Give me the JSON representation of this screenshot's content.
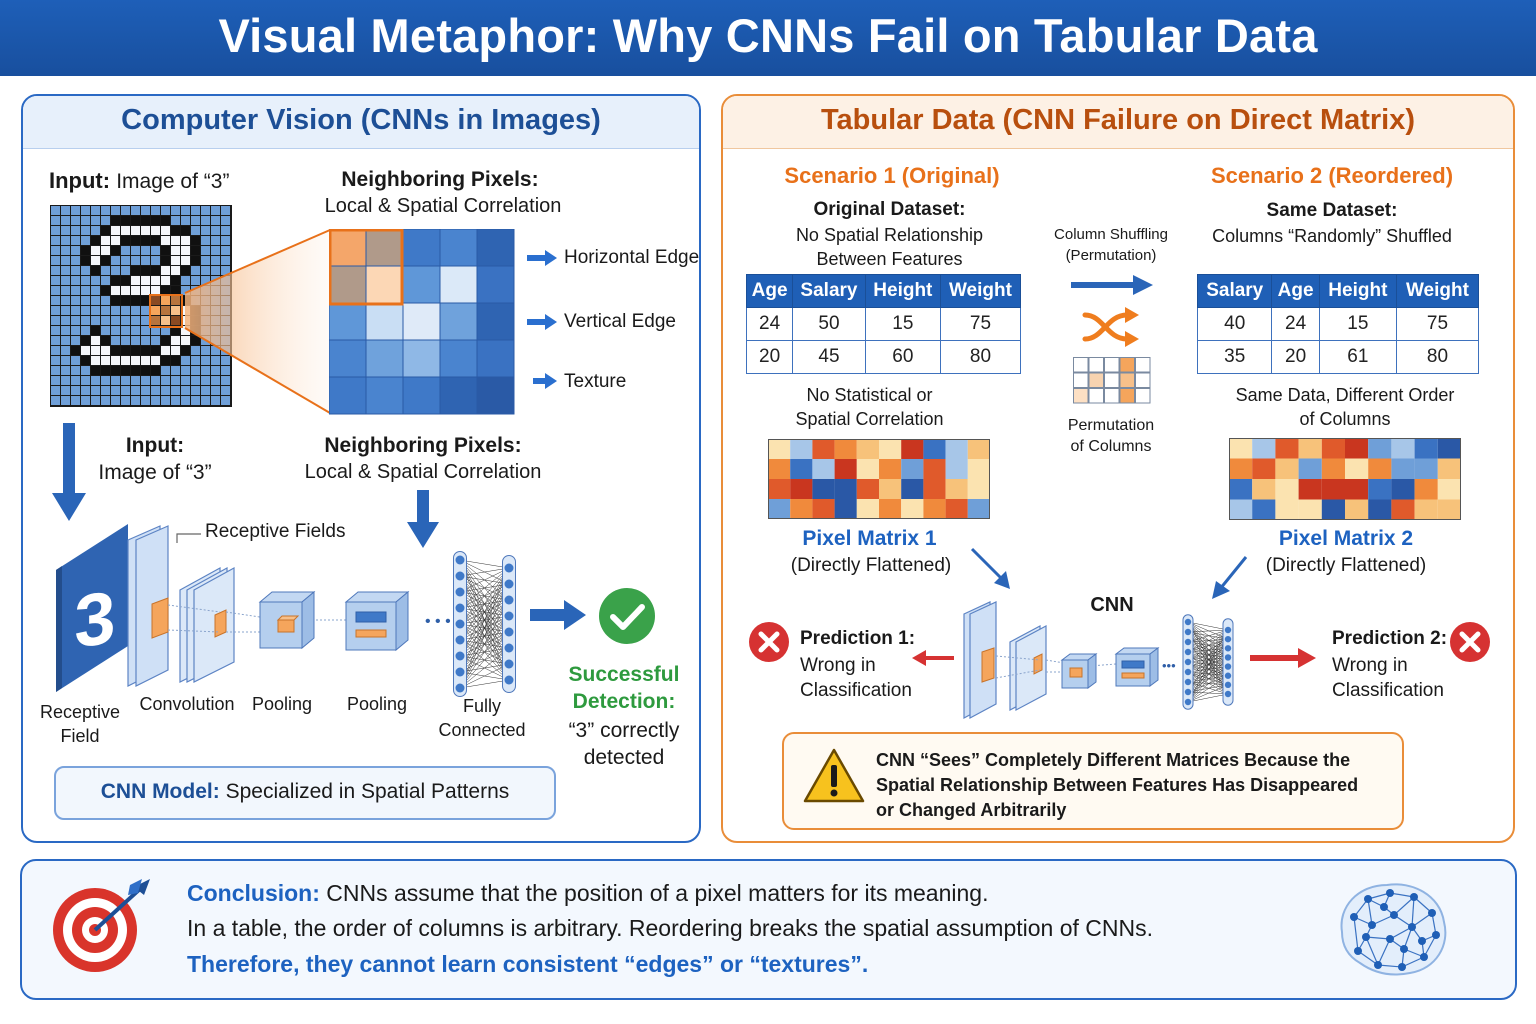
{
  "title": "Visual Metaphor: Why CNNs Fail on Tabular Data",
  "left": {
    "title": "Computer Vision (CNNs in Images)",
    "input_label": "Input:",
    "input_text": "Image of “3”",
    "neighbor_title": "Neighboring Pixels:",
    "neighbor_sub": "Local & Spatial Correlation",
    "features": [
      "Horizontal Edge",
      "Vertical Edge",
      "Texture"
    ],
    "input2_label": "Input:",
    "input2_text": "Image of “3”",
    "neighbor2_title": "Neighboring Pixels:",
    "neighbor2_sub": "Local & Spatial Correlation",
    "receptive_fields": "Receptive Fields",
    "digit": "3",
    "stage_receptive": [
      "Receptive",
      "Field"
    ],
    "stage_convolution": "Convolution",
    "stage_pooling1": "Pooling",
    "stage_pooling2": "Pooling",
    "stage_fully": [
      "Fully",
      "Connected"
    ],
    "success_title": [
      "Successful",
      "Detection:"
    ],
    "success_text": [
      "“3” correctly",
      "detected"
    ],
    "cnn_model_label": "CNN Model:",
    "cnn_model_text": "Specialized in Spatial Patterns"
  },
  "right": {
    "title": "Tabular Data (CNN Failure on Direct Matrix)",
    "scenario1": "Scenario 1 (Original)",
    "scenario2": "Scenario 2 (Reordered)",
    "orig_title": "Original Dataset:",
    "orig_sub": [
      "No Spatial Relationship",
      "Between Features"
    ],
    "same_title": "Same Dataset:",
    "same_sub": "Columns “Randomly” Shuffled",
    "shuffle_label": [
      "Column Shuffling",
      "(Permutation)"
    ],
    "perm_label": [
      "Permutation",
      "of Columns"
    ],
    "table1": {
      "headers": [
        "Age",
        "Salary",
        "Height",
        "Weight"
      ],
      "rows": [
        [
          "24",
          "50",
          "15",
          "75"
        ],
        [
          "20",
          "45",
          "60",
          "80"
        ]
      ]
    },
    "table2": {
      "headers": [
        "Salary",
        "Age",
        "Height",
        "Weight"
      ],
      "rows": [
        [
          "40",
          "24",
          "15",
          "75"
        ],
        [
          "35",
          "20",
          "61",
          "80"
        ]
      ]
    },
    "no_corr": [
      "No Statistical or",
      "Spatial Correlation"
    ],
    "same_data": [
      "Same Data, Different Order",
      "of Columns"
    ],
    "matrix1_title": "Pixel Matrix 1",
    "matrix1_sub": "(Directly Flattened)",
    "matrix2_title": "Pixel Matrix 2",
    "matrix2_sub": "(Directly Flattened)",
    "cnn_label": "CNN",
    "pred1_title": "Prediction 1:",
    "pred1_text": [
      "Wrong in",
      "Classification"
    ],
    "pred2_title": "Prediction 2:",
    "pred2_text": [
      "Wrong in",
      "Classification"
    ],
    "warning": [
      "CNN “Sees” Completely Different Matrices Because the",
      "Spatial Relationship Between Features Has Disappeared",
      "or Changed Arbitrarily"
    ]
  },
  "conclusion": {
    "label": "Conclusion:",
    "line1": "CNNs assume that the position of a pixel matters for its meaning.",
    "line2": "In a table, the order of columns is arbitrary. Reordering breaks the spatial assumption of CNNs.",
    "line3": "Therefore, they cannot learn consistent “edges” or “textures”."
  },
  "colors": {
    "header_blue": "#1e5fb8",
    "accent_orange": "#e8711a",
    "success_green": "#2e9a3e",
    "error_red": "#d63232"
  },
  "icons": [
    "shuffle-icon",
    "check-icon",
    "error-icon",
    "warning-icon",
    "target-icon",
    "brain-network-icon"
  ]
}
